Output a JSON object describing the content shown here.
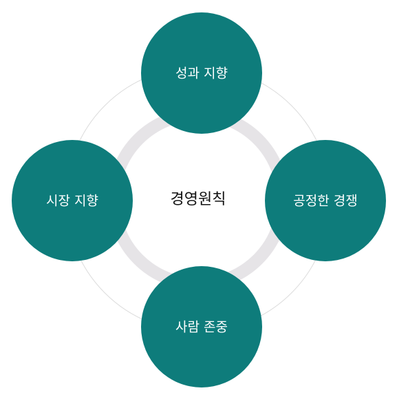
{
  "diagram": {
    "center_label": "경영원칙",
    "nodes": [
      {
        "id": "top",
        "label": "성과 지향"
      },
      {
        "id": "right",
        "label": "공정한 경쟁"
      },
      {
        "id": "bottom",
        "label": "사람 존중"
      },
      {
        "id": "left",
        "label": "시장 지향"
      }
    ]
  },
  "colors": {
    "node_fill": "#0e7c7b",
    "ring": "#e6e4e7",
    "outer_ring": "#dcdcdc"
  }
}
